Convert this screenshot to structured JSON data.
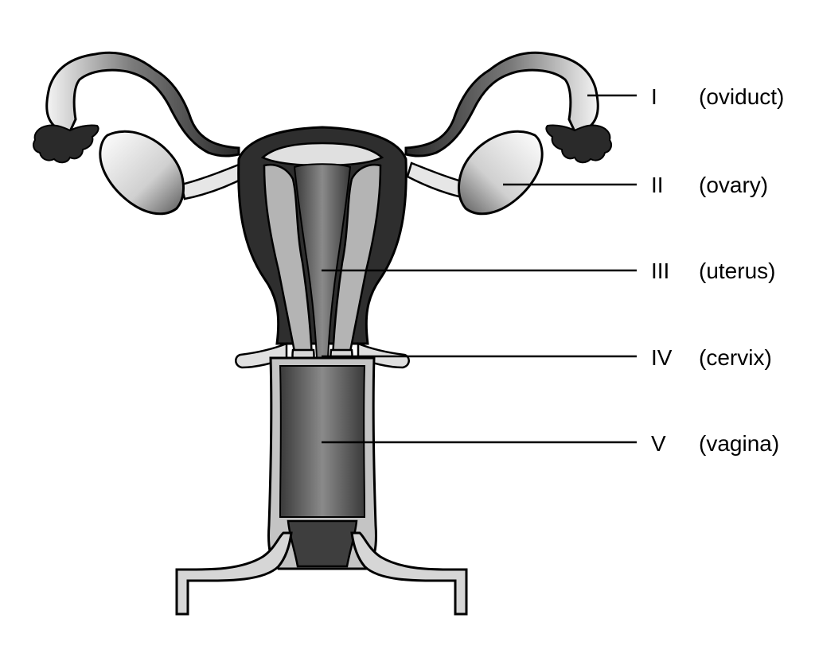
{
  "colors": {
    "outline": "#000000",
    "dark": "#2e2e2e",
    "mid": "#6f6f6f",
    "light": "#b4b4b4",
    "pale": "#dcdcdc",
    "white": "#ffffff"
  },
  "labels": [
    {
      "numeral": "I",
      "name": "(oviduct)"
    },
    {
      "numeral": "II",
      "name": "(ovary)"
    },
    {
      "numeral": "III",
      "name": "(uterus)"
    },
    {
      "numeral": "IV",
      "name": "(cervix)"
    },
    {
      "numeral": "V",
      "name": "(vagina)"
    }
  ]
}
